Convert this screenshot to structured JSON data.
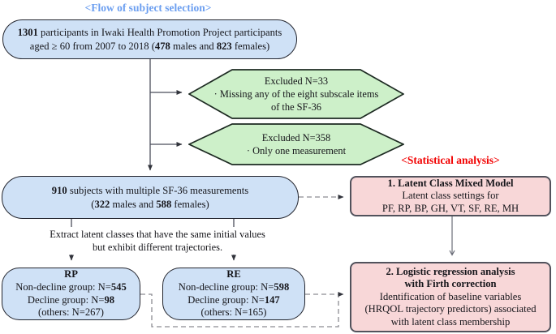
{
  "titles": {
    "flow": "<Flow of subject selection>",
    "stats": "<Statistical analysis>"
  },
  "top_box": {
    "line1": [
      "1301",
      " participants in Iwaki Health Promotion Project participants"
    ],
    "line2": [
      "aged ≥ 60 from 2007 to 2018 (",
      "478",
      " males and ",
      "823",
      " females)"
    ]
  },
  "excluded1": {
    "line1": "Excluded N=33",
    "line2": "· Missing any of the eight subscale items",
    "line3": "of the SF-36"
  },
  "excluded2": {
    "line1": "Excluded N=358",
    "line2": "· Only one measurement"
  },
  "box910": {
    "line1": [
      "910",
      " subjects with multiple SF-36 measurements"
    ],
    "line2": [
      "(",
      "322",
      " males and ",
      "588",
      " females)"
    ]
  },
  "caption": {
    "line1": "Extract latent classes that have the same initial values",
    "line2": "but exhibit different trajectories."
  },
  "rp_box": {
    "title": "RP",
    "line1": [
      "Non-decline group: N=",
      "545"
    ],
    "line2": [
      "Decline group: N=",
      "98"
    ],
    "line3": "(others: N=267)"
  },
  "re_box": {
    "title": "RE",
    "line1": [
      "Non-decline group: N=",
      "598"
    ],
    "line2": [
      "Decline group: N=",
      "147"
    ],
    "line3": "(others: N=165)"
  },
  "analysis1": {
    "title": "1. Latent Class Mixed Model",
    "line2": "Latent class settings for",
    "line3": "PF, RP, BP, GH, VT, SF, RE, MH"
  },
  "analysis2": {
    "title1": "2. Logistic regression analysis",
    "title2": "with Firth correction",
    "line3": "Identification of baseline variables",
    "line4": "(HRQOL trajectory predictors) associated",
    "line5": "with latent class membership"
  },
  "colors": {
    "box_blue": "#cfe1f6",
    "box_green": "#cdf0c9",
    "box_pink": "#f8d7d8",
    "title_blue": "#6c9ff0",
    "title_red": "#f20000",
    "solid_line": "#4b4e5a",
    "dashed_line": "#8c8c92"
  }
}
